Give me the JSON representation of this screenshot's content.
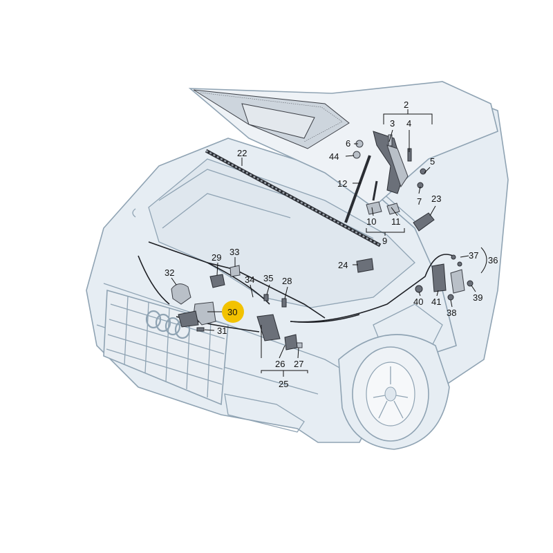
{
  "highlight_color": "#f2c200",
  "highlighted_part": "30",
  "callouts": [
    {
      "id": "c2",
      "text": "2"
    },
    {
      "id": "c3",
      "text": "3"
    },
    {
      "id": "c4",
      "text": "4"
    },
    {
      "id": "c5",
      "text": "5"
    },
    {
      "id": "c6",
      "text": "6"
    },
    {
      "id": "c7",
      "text": "7"
    },
    {
      "id": "c9",
      "text": "9"
    },
    {
      "id": "c10",
      "text": "10"
    },
    {
      "id": "c11",
      "text": "11"
    },
    {
      "id": "c12",
      "text": "12"
    },
    {
      "id": "c22",
      "text": "22"
    },
    {
      "id": "c23",
      "text": "23"
    },
    {
      "id": "c24",
      "text": "24"
    },
    {
      "id": "c25",
      "text": "25"
    },
    {
      "id": "c26",
      "text": "26"
    },
    {
      "id": "c27",
      "text": "27"
    },
    {
      "id": "c28",
      "text": "28"
    },
    {
      "id": "c29",
      "text": "29"
    },
    {
      "id": "c30",
      "text": "30"
    },
    {
      "id": "c31",
      "text": "31"
    },
    {
      "id": "c32",
      "text": "32"
    },
    {
      "id": "c33",
      "text": "33"
    },
    {
      "id": "c34",
      "text": "34"
    },
    {
      "id": "c35",
      "text": "35"
    },
    {
      "id": "c36",
      "text": "36"
    },
    {
      "id": "c37",
      "text": "37"
    },
    {
      "id": "c38",
      "text": "38"
    },
    {
      "id": "c39",
      "text": "39"
    },
    {
      "id": "c40",
      "text": "40"
    },
    {
      "id": "c41",
      "text": "41"
    },
    {
      "id": "c44",
      "text": "44"
    }
  ]
}
